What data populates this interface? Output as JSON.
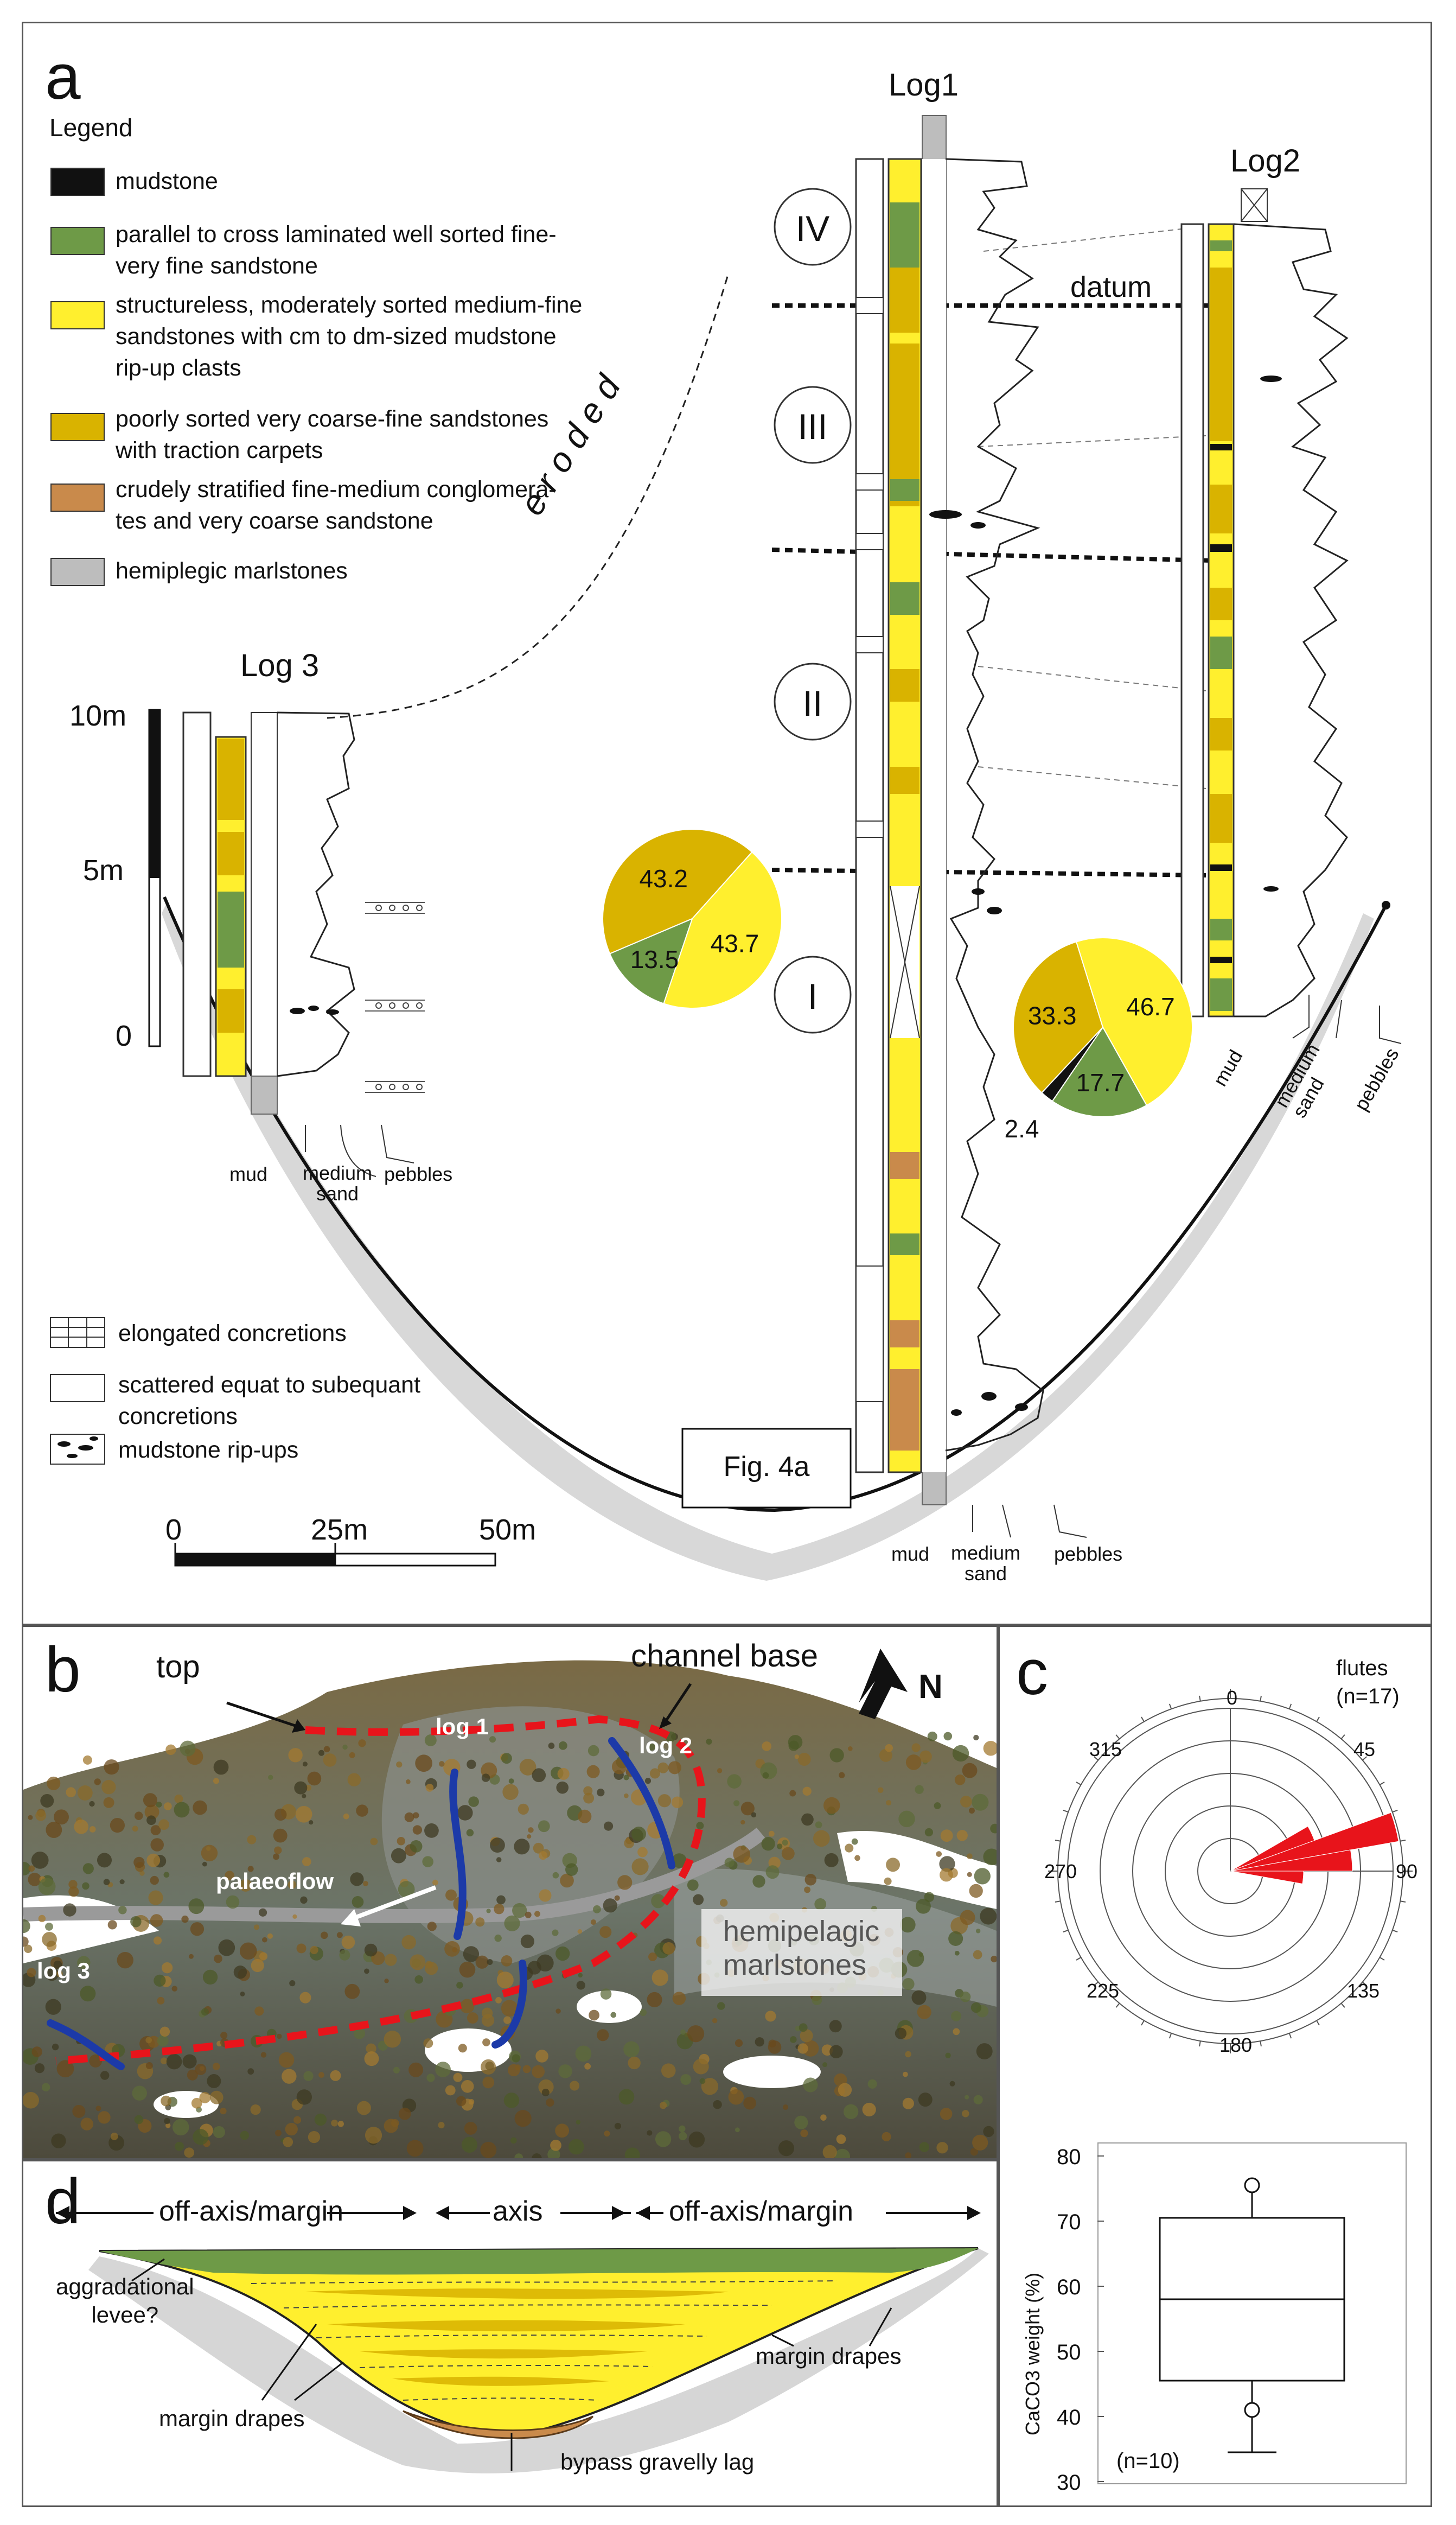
{
  "colors": {
    "mudstone": "#111111",
    "laminated": "#6e9a47",
    "structureless": "#ffef2e",
    "poorly_sorted": "#d9b300",
    "conglomerate": "#c98a4b",
    "marlstone": "#bdbdbd",
    "red": "#e8141b",
    "blue": "#1c3aa8"
  },
  "panel_a": {
    "label": "a",
    "legend_title": "Legend",
    "legend": [
      {
        "key": "mudstone",
        "text": "mudstone"
      },
      {
        "key": "laminated",
        "text": "parallel to cross laminated well sorted fine-\nvery fine sandstone"
      },
      {
        "key": "structureless",
        "text": "structureless, moderately sorted medium-fine\nsandstones with cm to dm-sized mudstone\nrip-up clasts"
      },
      {
        "key": "poorly_sorted",
        "text": "poorly sorted very coarse-fine sandstones\nwith traction carpets"
      },
      {
        "key": "conglomerate",
        "text": "crudely stratified fine-medium conglomera-\ntes and very coarse sandstone"
      },
      {
        "key": "marlstone",
        "text": "hemiplegic marlstones"
      }
    ],
    "legend2": [
      {
        "icon": "elongated-concretion-icon",
        "text": "elongated concretions"
      },
      {
        "icon": "equant-concretion-icon",
        "text": "scattered equat to subequant\nconcretions"
      },
      {
        "icon": "mudstone-ripup-icon",
        "text": "mudstone rip-ups"
      }
    ],
    "vertical_scale": [
      "10m",
      "5m",
      "0"
    ],
    "horizontal_scale": [
      "0",
      "25m",
      "50m"
    ],
    "log1_title": "Log1",
    "log2_title": "Log2",
    "log3_title": "Log 3",
    "eroded": "e r o d e d",
    "datum": "datum",
    "units": [
      "IV",
      "III",
      "II",
      "I"
    ],
    "fig_ref": "Fig. 4a",
    "grain_labels": {
      "mud": "mud",
      "medium_sand": "medium\nsand",
      "pebbles": "pebbles"
    },
    "pie1": {
      "values": [
        43.2,
        43.7,
        13.5
      ],
      "labels": [
        "43.2",
        "43.7",
        "13.5"
      ]
    },
    "pie2": {
      "values": [
        33.3,
        46.7,
        17.7,
        2.4
      ],
      "labels": [
        "33.3",
        "46.7",
        "17.7",
        "2.4"
      ]
    }
  },
  "panel_b": {
    "label": "b",
    "top": "top",
    "channel_base": "channel base",
    "north": "N",
    "log1": "log 1",
    "log2": "log 2",
    "log3": "log 3",
    "palaeoflow": "palaeoflow",
    "hemipelagic": "hemipelagic\nmarlstones"
  },
  "panel_c": {
    "label": "c",
    "rose_title": "flutes\n(n=17)",
    "angles": [
      "0",
      "45",
      "90",
      "135",
      "180",
      "225",
      "270",
      "315"
    ],
    "box_ylabel": "CaCO3 weight (%)",
    "box_ticks": [
      "30",
      "40",
      "50",
      "60",
      "70",
      "80"
    ],
    "box_n": "(n=10)",
    "box_stats": {
      "min": 34.5,
      "q1": 45.5,
      "median": 58,
      "q3": 70.5,
      "max": 75.5,
      "outliers": [
        41,
        75.5
      ]
    }
  },
  "panel_d": {
    "label": "d",
    "off_axis_left": "off-axis/margin",
    "axis": "axis",
    "off_axis_right": "off-axis/margin",
    "aggradational": "aggradational\nlevee?",
    "margin_drapes_left": "margin drapes",
    "margin_drapes_right": "margin drapes",
    "bypass": "bypass gravelly lag"
  }
}
